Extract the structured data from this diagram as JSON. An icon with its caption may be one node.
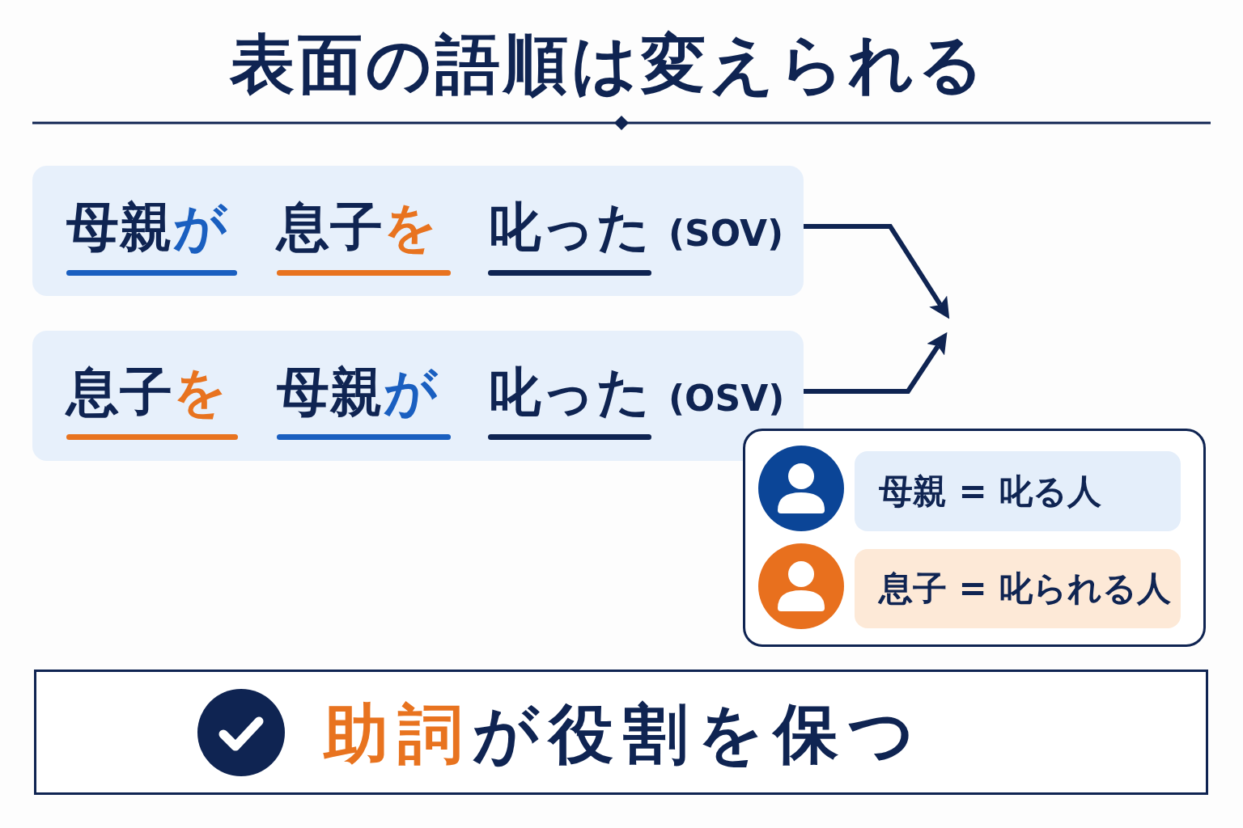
{
  "diagram": {
    "title": "表面の語順は変えられる",
    "nodes": [
      {
        "text": [
          "母親**が**",
          "息子**を**",
          "叱った",
          "(SOV)"
        ]
      },
      {
        "text": [
          "息子**を**",
          "母親**が**",
          "叱った",
          "(OSV)"
        ]
      },
      {
        "text": [],
        "shape": "box"
      },
      {
        "text": [
          "母親 = 叱る人"
        ],
        "in": 2
      },
      {
        "text": [
          "息子 = 叱られる人"
        ],
        "in": 2
      },
      {
        "text": [
          "**助詞**が役割を保つ"
        ]
      }
    ],
    "edges": [
      {
        "from": 0,
        "to": null,
        "arrow": "to"
      },
      {
        "from": 1,
        "to": null,
        "arrow": "to"
      }
    ]
  }
}
